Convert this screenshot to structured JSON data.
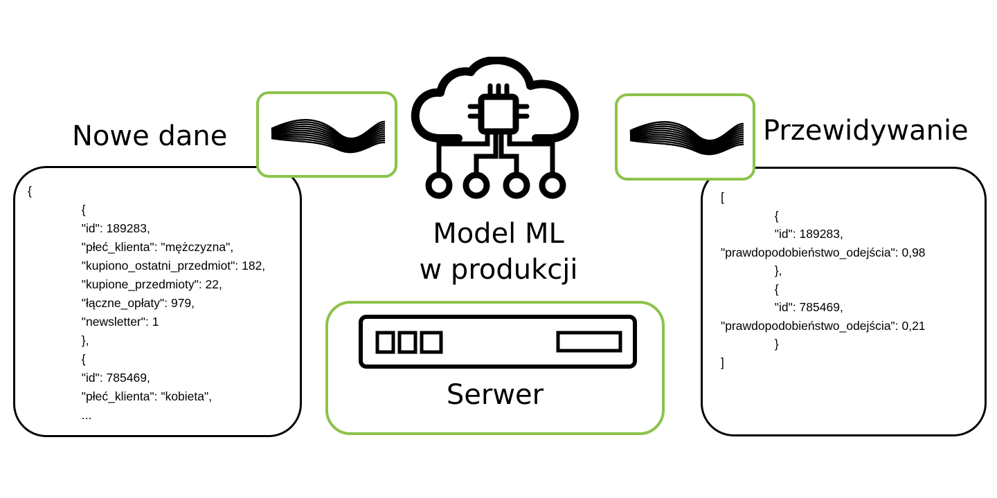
{
  "left_panel": {
    "title": "Nowe dane",
    "code_lines": [
      "{",
      "                {",
      "                \"id\": 189283,",
      "                \"płeć_klienta\": \"mężczyzna\",",
      "                \"kupiono_ostatni_przedmiot\": 182,",
      "                \"kupione_przedmioty\": 22,",
      "                \"łączne_opłaty\": 979,",
      "                \"newsletter\": 1",
      "                },",
      "                {",
      "                \"id\": 785469,",
      "                \"płeć_klienta\": \"kobieta\",",
      "                ..."
    ]
  },
  "center": {
    "model_title_line1": "Model ML",
    "model_title_line2": "w produkcji",
    "model_icon": "cloud-chip-icon",
    "server_icon": "server-icon",
    "server_label": "Serwer"
  },
  "right_panel": {
    "title": "Przewidywanie",
    "code_lines": [
      "[",
      "                {",
      "                \"id\": 189283,",
      "\"prawdopodobieństwo_odejścia\": 0,98",
      "                },",
      "                {",
      "                \"id\": 785469,",
      "\"prawdopodobieństwo_odejścia\": 0,21",
      "                }",
      "]"
    ]
  },
  "colors": {
    "accent_green": "#8bc34a",
    "stroke": "#000000"
  }
}
